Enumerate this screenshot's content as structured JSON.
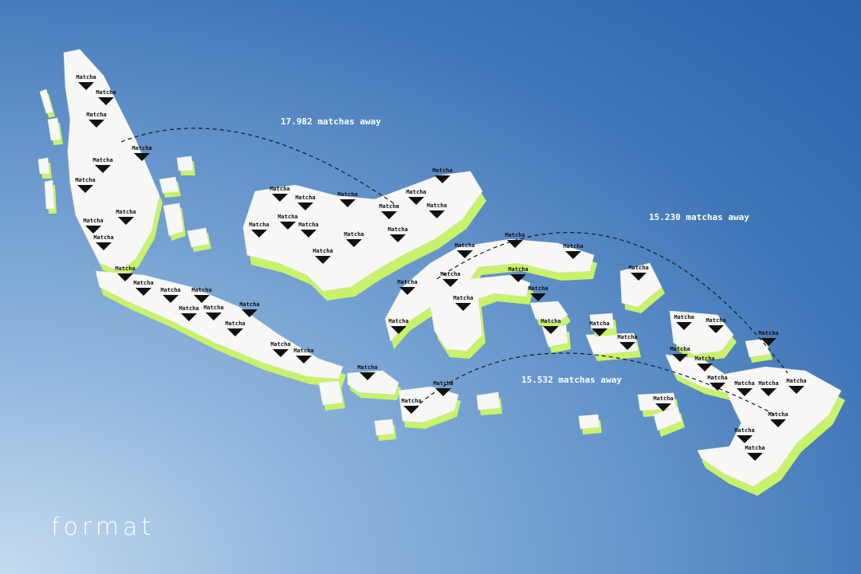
{
  "brand": {
    "logo_text": "format"
  },
  "colors": {
    "land": "#f7f7f5",
    "land_edge": "#c7f26a",
    "marker": "#111111",
    "arc": "#1a1a1a",
    "label_text": "#ffffff"
  },
  "marker_label": "Matcha",
  "marker_icon": "inverted-triangle-icon",
  "distances": [
    {
      "text": "17.982 matchas away"
    },
    {
      "text": "15.230 matchas away"
    },
    {
      "text": "15.532 matchas away"
    }
  ]
}
